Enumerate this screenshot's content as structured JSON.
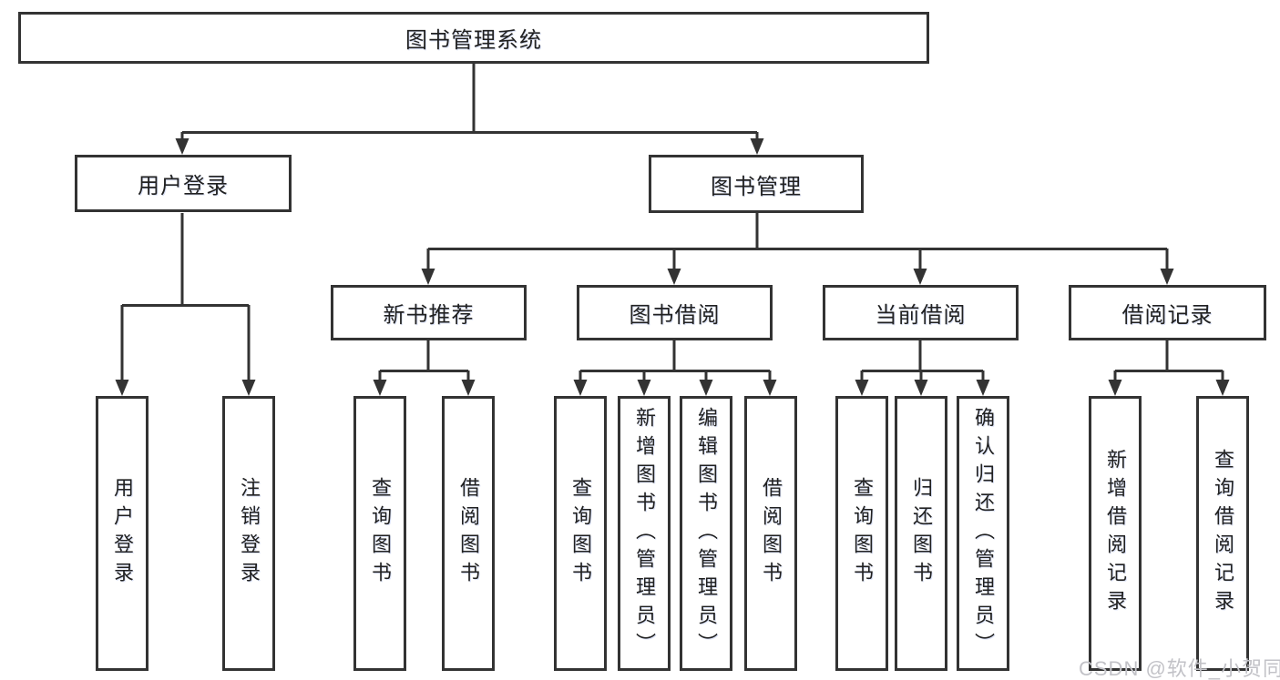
{
  "diagram": {
    "root": {
      "label": "图书管理系统"
    },
    "level2": [
      {
        "label": "用户登录"
      },
      {
        "label": "图书管理"
      }
    ],
    "level3": [
      {
        "label": "新书推荐"
      },
      {
        "label": "图书借阅"
      },
      {
        "label": "当前借阅"
      },
      {
        "label": "借阅记录"
      }
    ],
    "leaves": [
      {
        "label": "用户登录"
      },
      {
        "label": "注销登录"
      },
      {
        "label": "查询图书"
      },
      {
        "label": "借阅图书"
      },
      {
        "label": "查询图书"
      },
      {
        "label": "新增图书（管理员）"
      },
      {
        "label": "编辑图书（管理员）"
      },
      {
        "label": "借阅图书"
      },
      {
        "label": "查询图书"
      },
      {
        "label": "归还图书"
      },
      {
        "label": "确认归还（管理员）"
      },
      {
        "label": "新增借阅记录"
      },
      {
        "label": "查询借阅记录"
      }
    ]
  },
  "watermark": {
    "text": "CSDN @软件_小贺同学"
  },
  "colors": {
    "line": "#333333",
    "text": "#212121",
    "watermark": "#c2c2c7",
    "background": "#ffffff"
  }
}
